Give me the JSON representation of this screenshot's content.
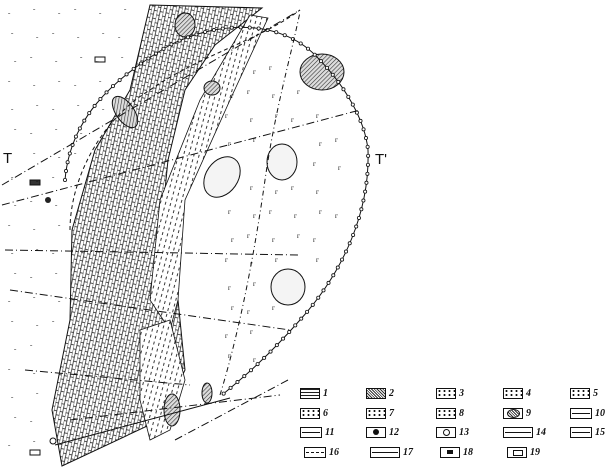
{
  "map": {
    "section_labels": {
      "left": "T",
      "right": "T'"
    }
  },
  "legend": [
    {
      "label": "1",
      "symbol": "brick-hatch"
    },
    {
      "label": "2",
      "symbol": "diagonal-hatch"
    },
    {
      "label": "3",
      "symbol": "dots-dashes"
    },
    {
      "label": "4",
      "symbol": "dots-dashes"
    },
    {
      "label": "5",
      "symbol": "sparse-dots"
    },
    {
      "label": "6",
      "symbol": "v-marks"
    },
    {
      "label": "7",
      "symbol": "r-marks"
    },
    {
      "label": "8",
      "symbol": "dashes"
    },
    {
      "label": "9",
      "symbol": "hatched-ellipse"
    },
    {
      "label": "10",
      "symbol": "solid-line"
    },
    {
      "label": "11",
      "symbol": "dash-dot-line"
    },
    {
      "label": "12",
      "symbol": "filled-circle"
    },
    {
      "label": "13",
      "symbol": "ring-circle"
    },
    {
      "label": "14",
      "symbol": "beaded-line"
    },
    {
      "label": "15",
      "symbol": "line-diamond"
    },
    {
      "label": "16",
      "symbol": "dashed-triangle"
    },
    {
      "label": "17",
      "symbol": "dotted-line-circle"
    },
    {
      "label": "18",
      "symbol": "filled-box"
    },
    {
      "label": "19",
      "symbol": "open-box"
    }
  ]
}
